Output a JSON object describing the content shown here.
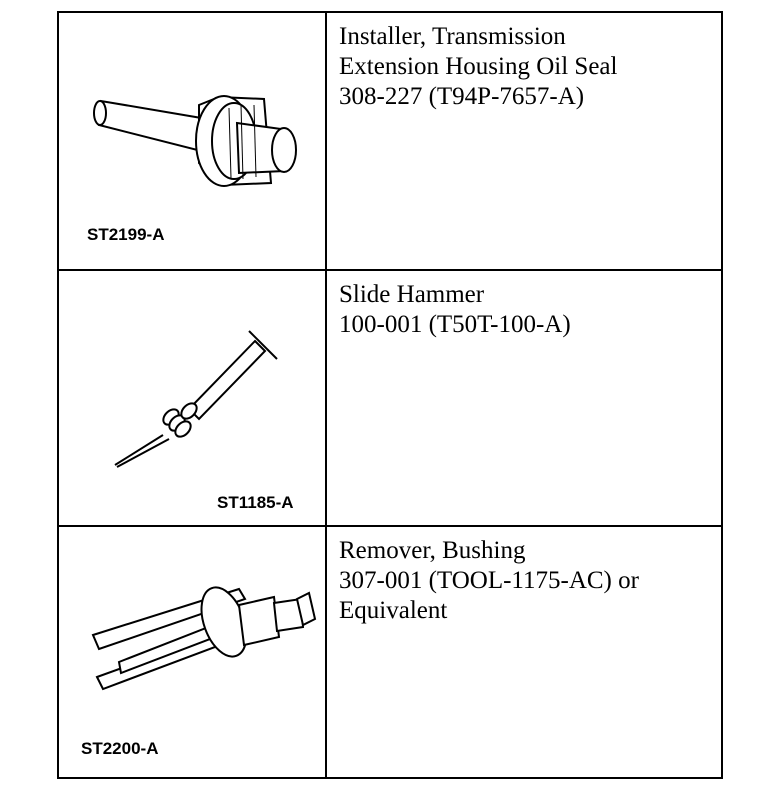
{
  "tools": [
    {
      "illustration_code": "ST2199-A",
      "illustration_icon": "oil-seal-installer-icon",
      "lines": [
        "Installer, Transmission",
        "Extension Housing Oil Seal",
        "308-227 (T94P-7657-A)"
      ]
    },
    {
      "illustration_code": "ST1185-A",
      "illustration_icon": "slide-hammer-icon",
      "lines": [
        "Slide Hammer",
        "100-001 (T50T-100-A)"
      ]
    },
    {
      "illustration_code": "ST2200-A",
      "illustration_icon": "bushing-remover-icon",
      "lines": [
        "Remover, Bushing",
        "307-001 (TOOL-1175-AC) or",
        "Equivalent"
      ]
    }
  ]
}
